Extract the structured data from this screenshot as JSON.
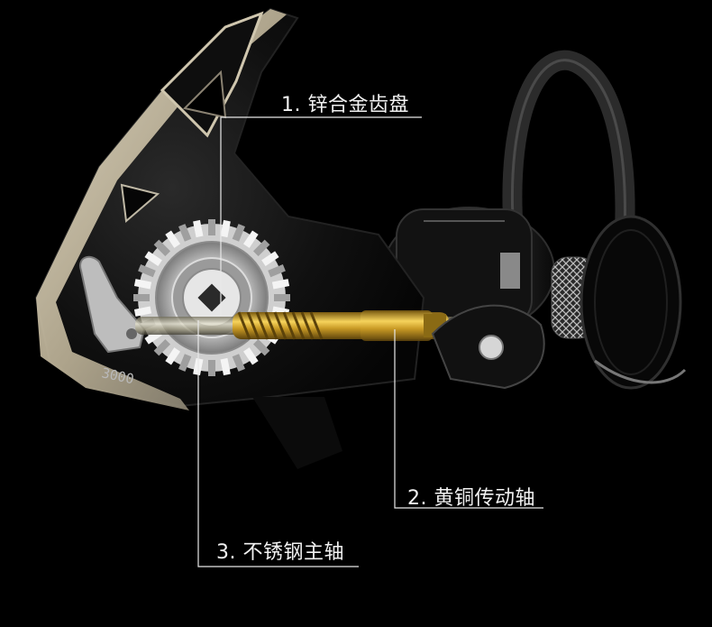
{
  "image": {
    "subject": "spinning-reel-cutaway",
    "model_marking": "3000"
  },
  "callouts": [
    {
      "label": "1. 锌合金齿盘"
    },
    {
      "label": "2. 黄铜传动轴"
    },
    {
      "label": "3. 不锈钢主轴"
    }
  ],
  "colors": {
    "background": "#000000",
    "callout_line": "#e8e8e8",
    "callout_text": "#f2f2f2",
    "brass": "#c9a233",
    "steel": "#c9c9c9"
  }
}
